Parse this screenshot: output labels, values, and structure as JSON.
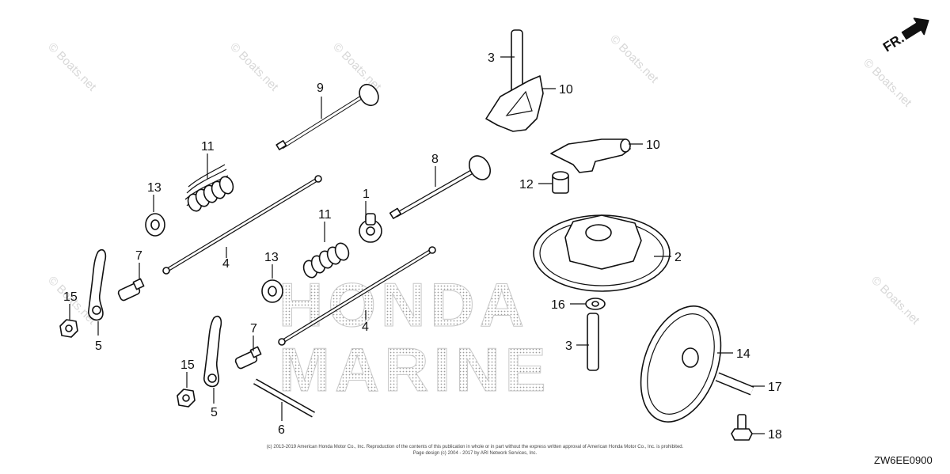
{
  "watermark": "© Boats.net",
  "brand": {
    "line1": "HONDA",
    "line2": "MARINE"
  },
  "direction_label": "FR.",
  "copyright": {
    "line1": "(c) 2013-2019 American Honda Motor Co., Inc. Reproduction of the contents of this publication in whole or in part without the express written approval of American Honda Motor Co., Inc. is prohibited.",
    "line2": "Page design (c) 2004 - 2017 by ARI Network Services, Inc."
  },
  "diagram_code": "ZW6EE0900",
  "callouts": {
    "c1": "1",
    "c2": "2",
    "c3a": "3",
    "c3b": "3",
    "c4a": "4",
    "c4b": "4",
    "c5a": "5",
    "c5b": "5",
    "c6": "6",
    "c7a": "7",
    "c7b": "7",
    "c8": "8",
    "c9": "9",
    "c10a": "10",
    "c10b": "10",
    "c11a": "11",
    "c11b": "11",
    "c12": "12",
    "c13a": "13",
    "c13b": "13",
    "c14": "14",
    "c15a": "15",
    "c15b": "15",
    "c16": "16",
    "c17": "17",
    "c18": "18"
  }
}
